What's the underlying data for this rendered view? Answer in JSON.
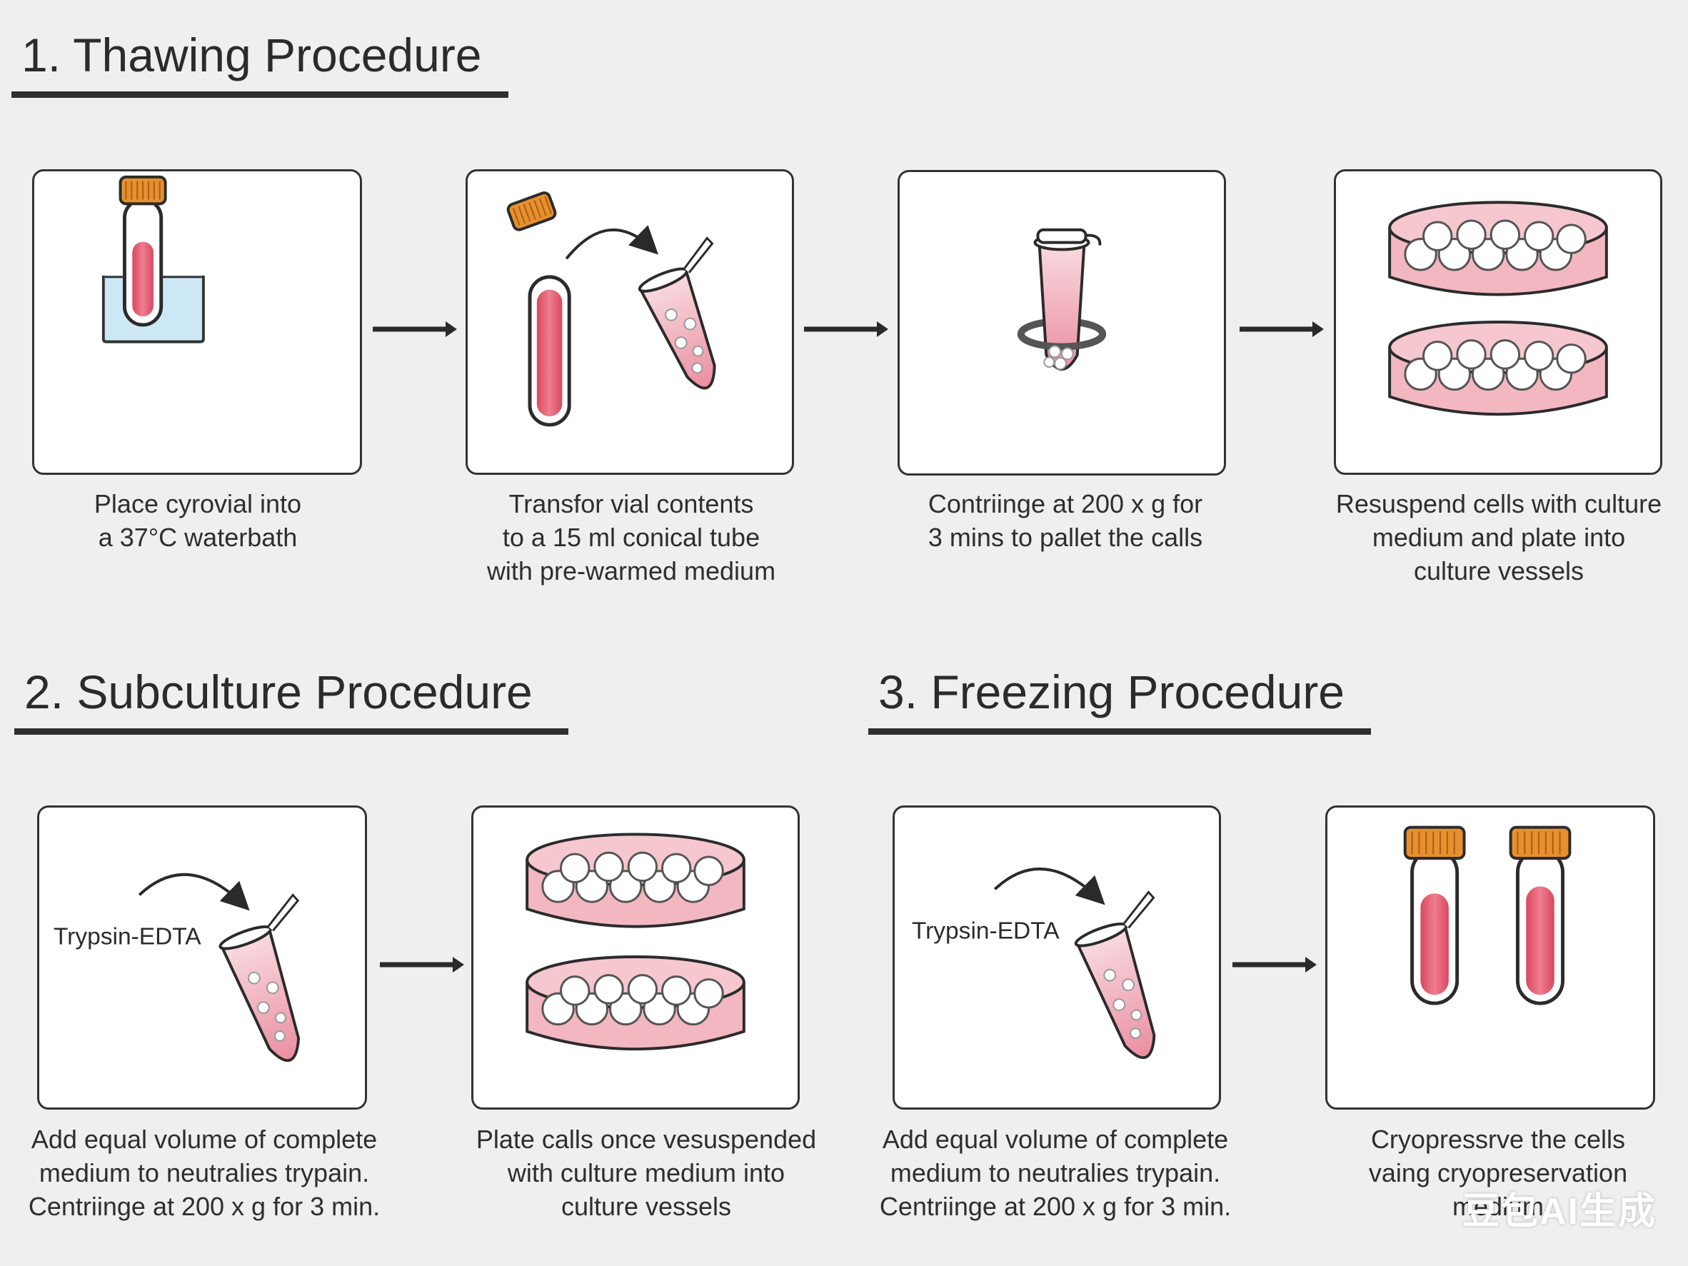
{
  "sections": {
    "thawing": {
      "title": "1. Thawing Procedure",
      "steps": [
        {
          "caption": "Place cyrovial into\na 37°C waterbath"
        },
        {
          "caption": "Transfor vial contents\nto a 15 ml conical tube\nwith pre-warmed medium"
        },
        {
          "caption": "Contriinge at 200 x g for\n3 mins to pallet the calls"
        },
        {
          "caption": "Resuspend cells with culture\nmedium and plate into\nculture vessels"
        }
      ]
    },
    "subculture": {
      "title": "2. Subculture Procedure",
      "reagent_label": "Trypsin-EDTA",
      "steps": [
        {
          "caption": "Add equal volume of complete\nmedium to neutralies trypain.\nCentriinge at 200 x g for 3 min."
        },
        {
          "caption": "Plate calls once vesuspended\nwith culture medium into\nculture vessels"
        }
      ]
    },
    "freezing": {
      "title": "3. Freezing Procedure",
      "reagent_label": "Trypsin-EDTA",
      "steps": [
        {
          "caption": "Add equal volume of complete\nmedium to neutralies trypain.\nCentriinge at 200 x g for 3 min."
        },
        {
          "caption": "Cryopressrve the cells\nvaing cryopreservation\nmedium"
        }
      ]
    }
  },
  "watermark": "豆包AI生成",
  "colors": {
    "background": "#efefef",
    "liquid": "#e05a70",
    "cap": "#e6902e",
    "water": "#cde8f5",
    "rule": "#2f2f2f"
  },
  "icons": {
    "thawing": [
      "cryovial-in-waterbath-icon",
      "transfer-to-tube-icon",
      "centrifuge-tube-icon",
      "culture-dishes-icon"
    ],
    "subculture": [
      "trypsin-tube-icon",
      "culture-dishes-icon"
    ],
    "freezing": [
      "trypsin-tube-icon",
      "cryovials-icon"
    ]
  }
}
